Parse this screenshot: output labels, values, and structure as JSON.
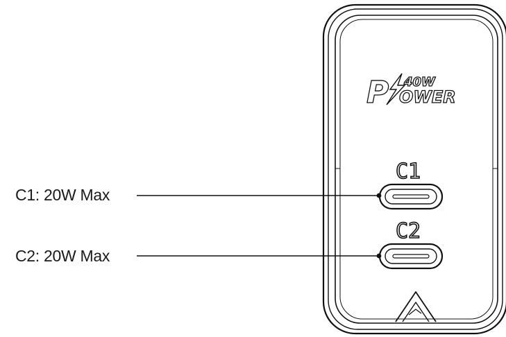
{
  "logo": {
    "letter": "P",
    "wattage": "40W",
    "word": "OWER"
  },
  "ports": [
    {
      "id": "C1",
      "callout": "C1: 20W Max"
    },
    {
      "id": "C2",
      "callout": "C2: 20W Max"
    }
  ],
  "colors": {
    "line": "#111111",
    "body": "#ffffff"
  }
}
